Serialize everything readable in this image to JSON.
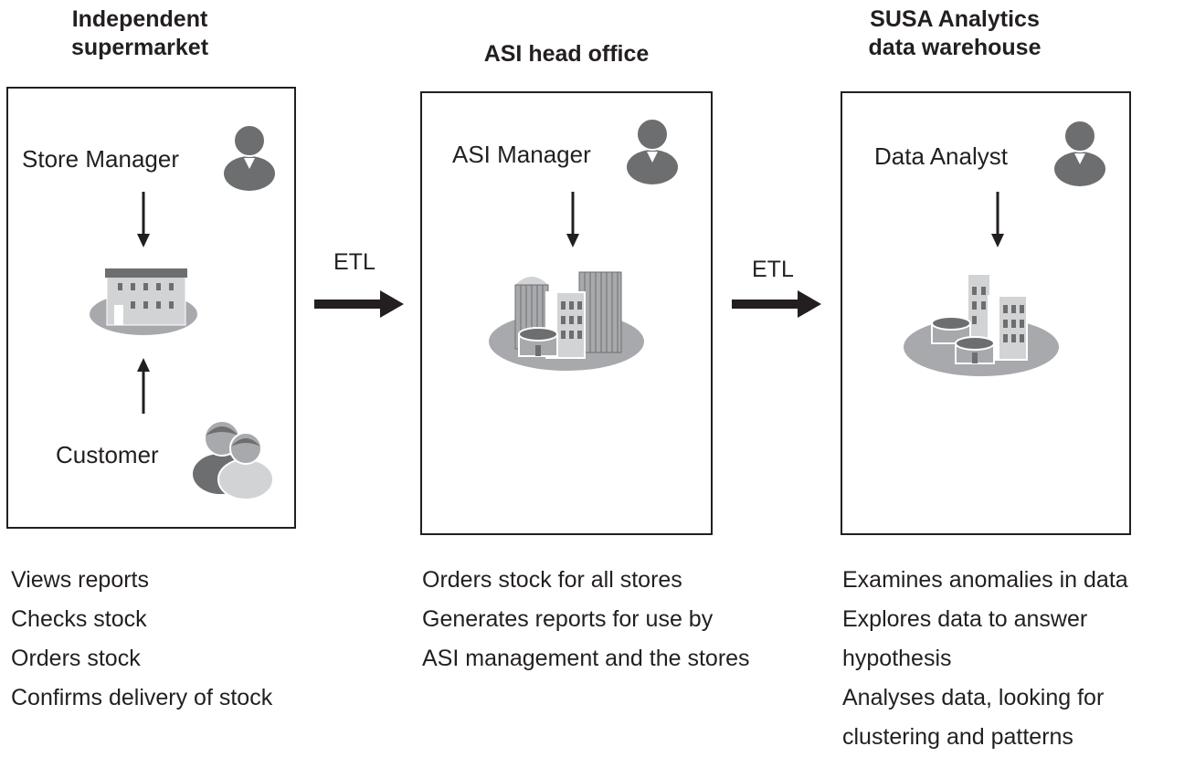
{
  "columns": [
    {
      "title": "Independent\nsupermarket",
      "roles": [
        "Store Manager",
        "Customer"
      ],
      "activities": [
        "Views reports",
        "Checks stock",
        "Orders stock",
        "Confirms delivery of stock"
      ]
    },
    {
      "title": "ASI head office",
      "roles": [
        "ASI Manager"
      ],
      "activities": [
        "Orders stock for all stores",
        "Generates reports for use by",
        "ASI management and the stores"
      ]
    },
    {
      "title": "SUSA Analytics\ndata warehouse",
      "roles": [
        "Data Analyst"
      ],
      "activities": [
        "Examines anomalies in data",
        "Explores data to answer",
        "hypothesis",
        "Analyses data, looking for",
        "clustering and patterns"
      ]
    }
  ],
  "flows": [
    {
      "label": "ETL"
    },
    {
      "label": "ETL"
    }
  ],
  "colors": {
    "stroke": "#231f20",
    "person_dark": "#6d6e70",
    "person_light": "#a7a9ac",
    "building": "#d1d3d4",
    "ground": "#a7a9ac"
  }
}
